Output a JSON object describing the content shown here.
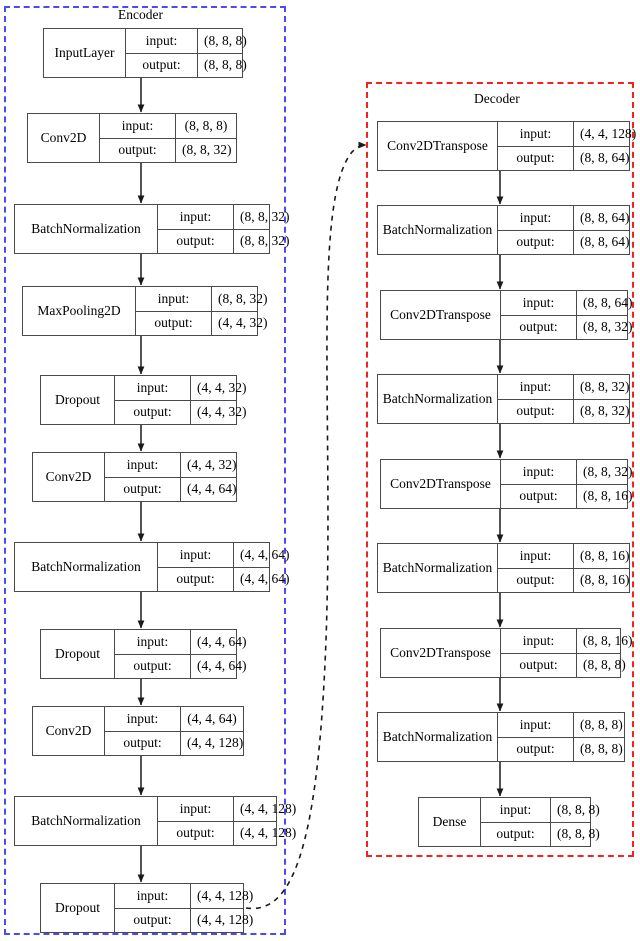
{
  "diagram": {
    "title_encoder": "Encoder",
    "title_decoder": "Decoder",
    "io_labels": {
      "input": "input:",
      "output": "output:"
    },
    "colors": {
      "encoder_border": "#4b4bf5",
      "decoder_border": "#f52020",
      "node_border": "#4a4a4a",
      "edge": "#1a1a1a",
      "background": "#ffffff"
    }
  },
  "encoder": {
    "label": "Encoder",
    "layers": [
      {
        "name": "InputLayer",
        "input": "(8, 8, 8)",
        "output": "(8, 8, 8)"
      },
      {
        "name": "Conv2D",
        "input": "(8, 8, 8)",
        "output": "(8, 8, 32)"
      },
      {
        "name": "BatchNormalization",
        "input": "(8, 8, 32)",
        "output": "(8, 8, 32)"
      },
      {
        "name": "MaxPooling2D",
        "input": "(8, 8, 32)",
        "output": "(4, 4, 32)"
      },
      {
        "name": "Dropout",
        "input": "(4, 4, 32)",
        "output": "(4, 4, 32)"
      },
      {
        "name": "Conv2D",
        "input": "(4, 4, 32)",
        "output": "(4, 4, 64)"
      },
      {
        "name": "BatchNormalization",
        "input": "(4, 4, 64)",
        "output": "(4, 4, 64)"
      },
      {
        "name": "Dropout",
        "input": "(4, 4, 64)",
        "output": "(4, 4, 64)"
      },
      {
        "name": "Conv2D",
        "input": "(4, 4, 64)",
        "output": "(4, 4, 128)"
      },
      {
        "name": "BatchNormalization",
        "input": "(4, 4, 128)",
        "output": "(4, 4, 128)"
      },
      {
        "name": "Dropout",
        "input": "(4, 4, 128)",
        "output": "(4, 4, 128)"
      }
    ]
  },
  "decoder": {
    "label": "Decoder",
    "layers": [
      {
        "name": "Conv2DTranspose",
        "input": "(4, 4, 128)",
        "output": "(8, 8, 64)"
      },
      {
        "name": "BatchNormalization",
        "input": "(8, 8, 64)",
        "output": "(8, 8, 64)"
      },
      {
        "name": "Conv2DTranspose",
        "input": "(8, 8, 64)",
        "output": "(8, 8, 32)"
      },
      {
        "name": "BatchNormalization",
        "input": "(8, 8, 32)",
        "output": "(8, 8, 32)"
      },
      {
        "name": "Conv2DTranspose",
        "input": "(8, 8, 32)",
        "output": "(8, 8, 16)"
      },
      {
        "name": "BatchNormalization",
        "input": "(8, 8, 16)",
        "output": "(8, 8, 16)"
      },
      {
        "name": "Conv2DTranspose",
        "input": "(8, 8, 16)",
        "output": "(8, 8, 8)"
      },
      {
        "name": "BatchNormalization",
        "input": "(8, 8, 8)",
        "output": "(8, 8, 8)"
      },
      {
        "name": "Dense",
        "input": "(8, 8, 8)",
        "output": "(8, 8, 8)"
      }
    ]
  },
  "connector": {
    "from": "encoder.layers.10",
    "to": "decoder.layers.0",
    "style": "dashed-curve-arrow"
  }
}
